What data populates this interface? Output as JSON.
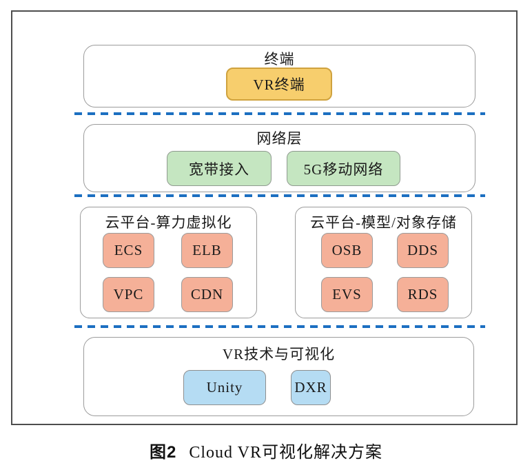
{
  "figure": {
    "layers": {
      "terminal": {
        "title": "终端",
        "vr_terminal": "VR终端"
      },
      "network": {
        "title": "网络层",
        "broadband": "宽带接入",
        "mobile_5g": "5G移动网络"
      },
      "cloud_compute": {
        "title": "云平台-算力虚拟化",
        "item1": "ECS",
        "item2": "ELB",
        "item3": "VPC",
        "item4": "CDN"
      },
      "cloud_storage": {
        "title": "云平台-模型/对象存储",
        "item1": "OSB",
        "item2": "DDS",
        "item3": "EVS",
        "item4": "RDS"
      },
      "vr_tech": {
        "title": "VR技术与可视化",
        "item1": "Unity",
        "item2": "DXR"
      }
    },
    "colors": {
      "terminal_chip_fill": "#F7CE6D",
      "terminal_chip_border": "#CFA23E",
      "network_chip_fill": "#C5E6C1",
      "cloud_chip_fill": "#F5B098",
      "vr_chip_fill": "#B5DCF3",
      "divider_blue": "#1C6FC1",
      "box_border_gray": "#9B9B9B",
      "frame_border": "#4D4D4D"
    },
    "caption": {
      "label": "图2",
      "title": "Cloud VR可视化解决方案"
    }
  }
}
